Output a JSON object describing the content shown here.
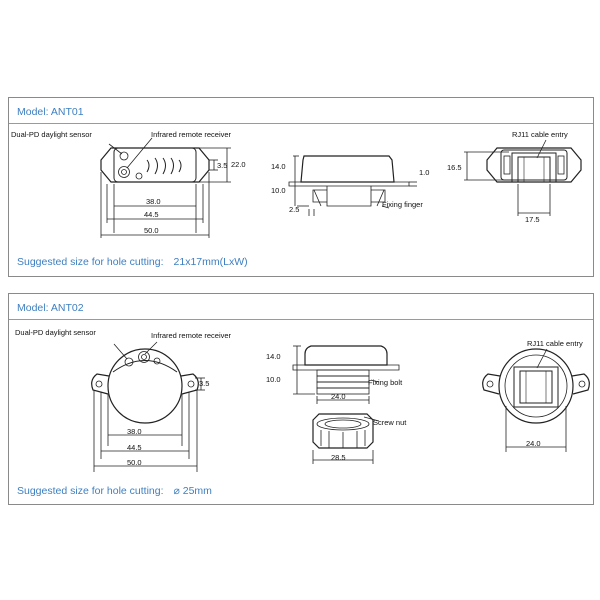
{
  "ant01": {
    "title": "Model: ANT01",
    "hole_label": "Suggested size for hole cutting:",
    "hole_value": "21x17mm(LxW)",
    "labels": {
      "daylight_sensor": "Dual-PD daylight sensor",
      "ir_receiver": "Infrared remote receiver",
      "rj11": "RJ11 cable entry",
      "fixing_finger": "Fixing finger"
    },
    "dims": {
      "w38": "38.0",
      "w44": "44.5",
      "w50": "50.0",
      "h22": "22.0",
      "h35": "3.5",
      "h14": "14.0",
      "h10": "10.0",
      "t25": "2.5",
      "t10": "1.0",
      "h165": "16.5",
      "w175": "17.5"
    }
  },
  "ant02": {
    "title": "Model: ANT02",
    "hole_label": "Suggested size for hole cutting:",
    "hole_value": "⌀ 25mm",
    "labels": {
      "daylight_sensor": "Dual-PD daylight sensor",
      "ir_receiver": "Infrared remote receiver",
      "rj11": "RJ11 cable entry",
      "fixing_bolt": "Fixing bolt",
      "screw_nut": "Screw nut"
    },
    "dims": {
      "w38": "38.0",
      "w44": "44.5",
      "w50": "50.0",
      "h35": "3.5",
      "h14": "14.0",
      "h10": "10.0",
      "w24a": "24.0",
      "w285": "28.5",
      "w24b": "24.0"
    }
  }
}
